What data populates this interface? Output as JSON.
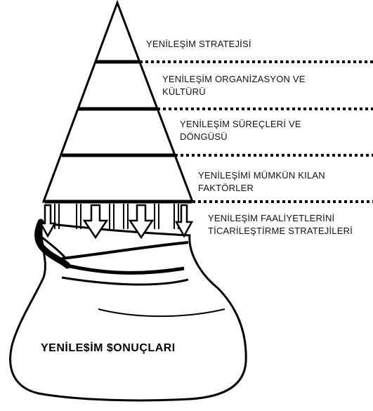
{
  "levels": [
    {
      "lines": [
        "YENİLEŞİM STRATEJİSİ"
      ]
    },
    {
      "lines": [
        "YENİLEŞİM ORGANİZASYON VE",
        "KÜLTÜRÜ"
      ]
    },
    {
      "lines": [
        "YENİLEŞİM SÜREÇLERİ VE",
        "DÖNGÜSÜ"
      ]
    },
    {
      "lines": [
        "YENİLEŞİMİ MÜMKÜN KILAN",
        "FAKTÖRLER"
      ]
    },
    {
      "lines": [
        "YENİLEŞİM FAALİYETLERİNİ",
        "TİCARİLEŞTİRME STRATEJİLERİ"
      ]
    }
  ],
  "outcome": {
    "label": "YENİLE$İM $ONUÇLARI"
  }
}
